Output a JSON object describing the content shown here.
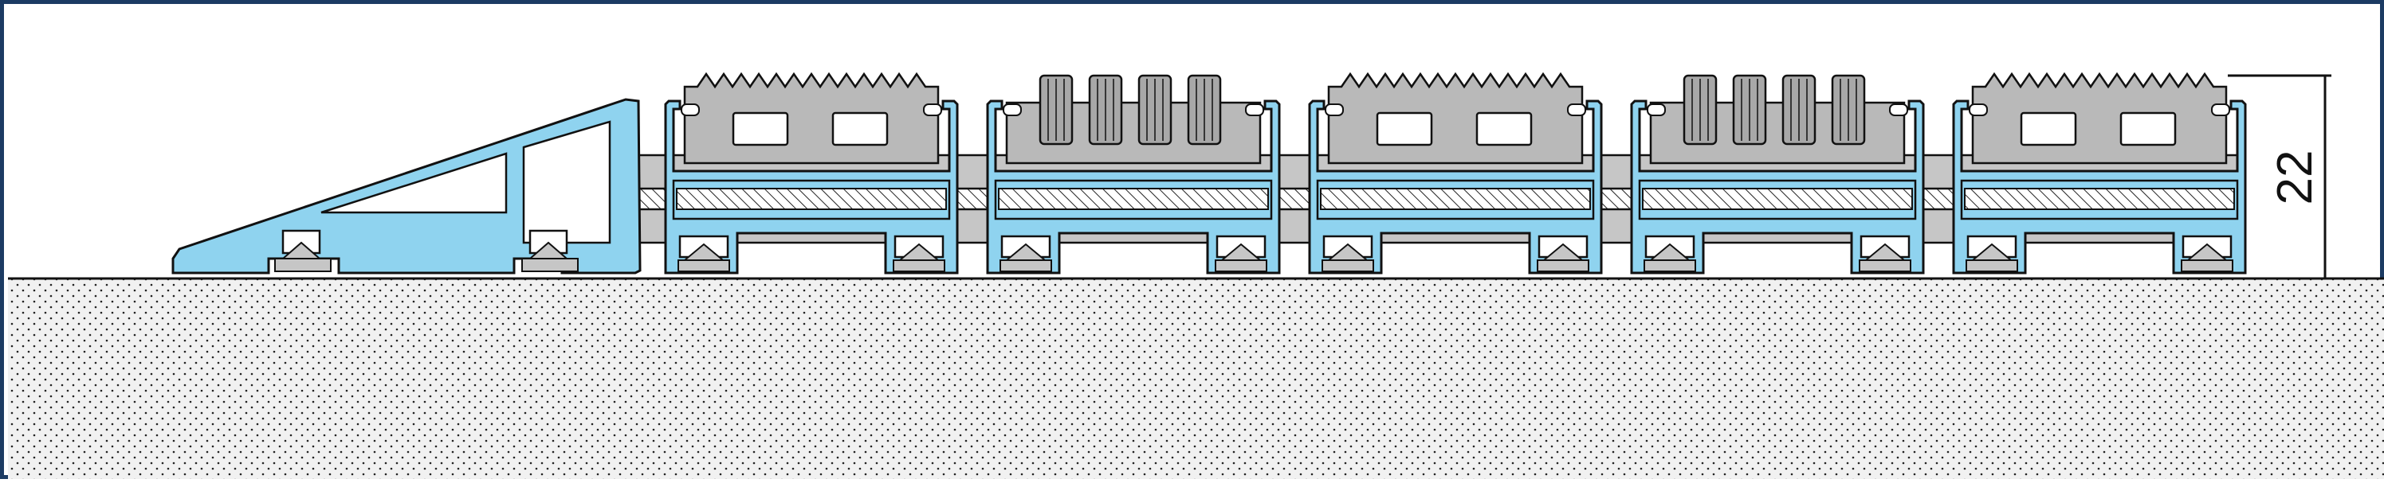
{
  "drawing": {
    "dimension_label": "22",
    "colors": {
      "frame": "#1c3b63",
      "profile_fill": "#8fd3ef",
      "insert_fill": "#b9b9b9",
      "connector_fill": "#c6c6c6",
      "outline": "#111111",
      "floor_fill": "#f1f1f1"
    },
    "modules": [
      {
        "insert": "rubber-sawtooth-with-window-holes"
      },
      {
        "insert": "brush-strip-pads"
      },
      {
        "insert": "rubber-sawtooth-with-window-holes"
      },
      {
        "insert": "brush-strip-pads"
      },
      {
        "insert": "rubber-sawtooth-with-window-holes"
      }
    ]
  }
}
